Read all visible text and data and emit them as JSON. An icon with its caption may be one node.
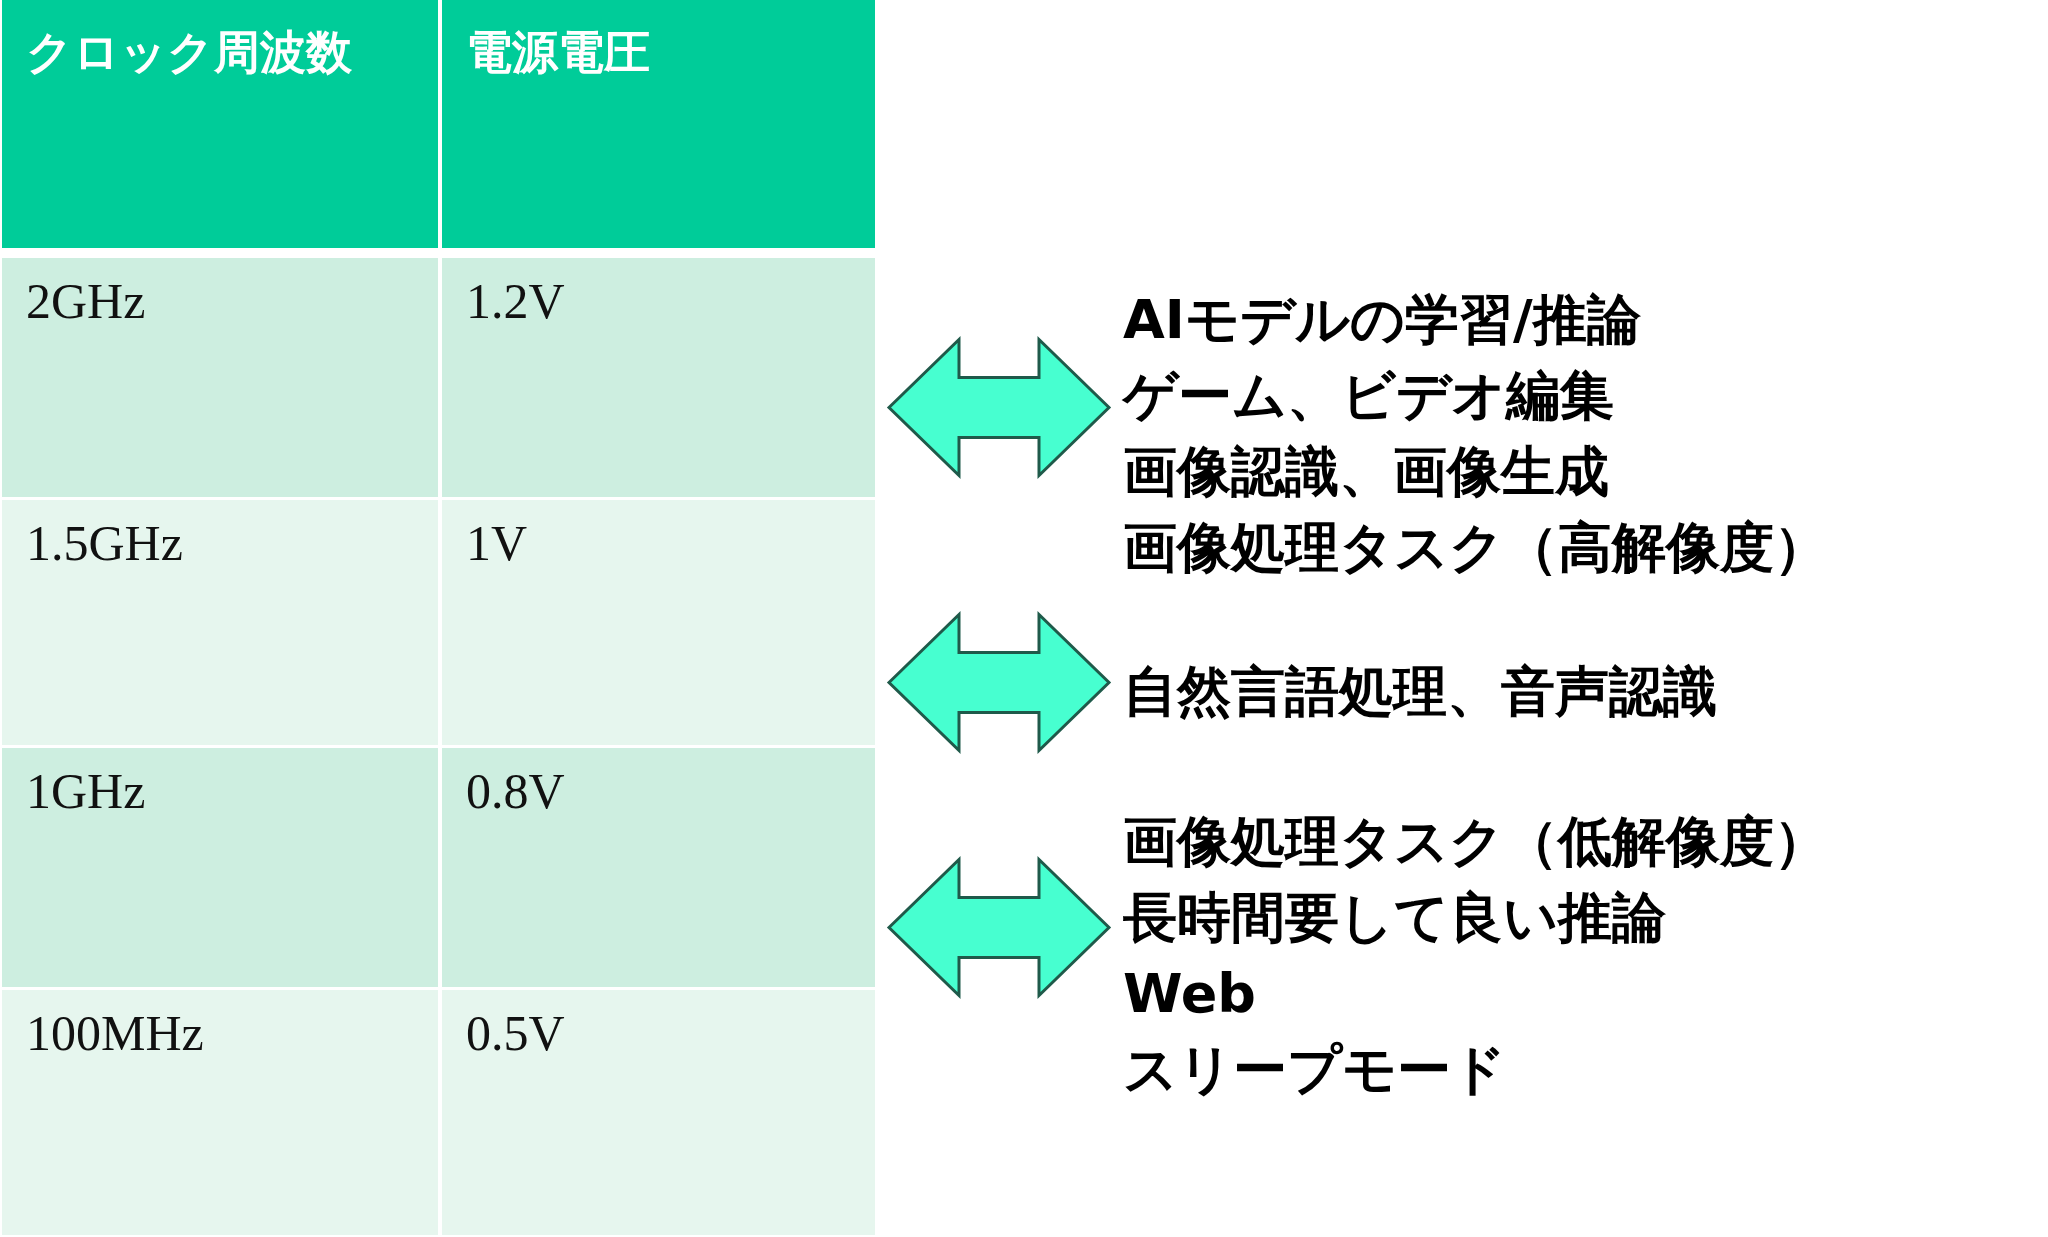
{
  "diagram": {
    "nodes": [
      {
        "text": [
          "2GHz",
          "1.2V"
        ]
      },
      {
        "text": [
          "1.5GHz",
          "1V"
        ]
      },
      {
        "text": [
          "1GHz",
          "0.8V"
        ]
      },
      {
        "text": [
          "100MHz",
          "0.5V"
        ]
      },
      {
        "text": [
          "AIモデルの学習/推論",
          "ゲーム、ビデオ編集",
          "画像認識、画像生成",
          "画像処理タスク（高解像度）"
        ]
      },
      {
        "text": [
          "自然言語処理、音声認識"
        ]
      },
      {
        "text": [
          "画像処理タスク（低解像度）",
          "長時間要して良い推論",
          "Web",
          "スリープモード"
        ]
      }
    ],
    "edges": [
      {
        "from": 0,
        "to": 4,
        "arrow": "both"
      },
      {
        "from": 1,
        "to": 5,
        "arrow": "both"
      },
      {
        "from": 2,
        "to": 6,
        "arrow": "both"
      }
    ],
    "labels": [
      "クロック周波数",
      "電源電圧"
    ]
  }
}
